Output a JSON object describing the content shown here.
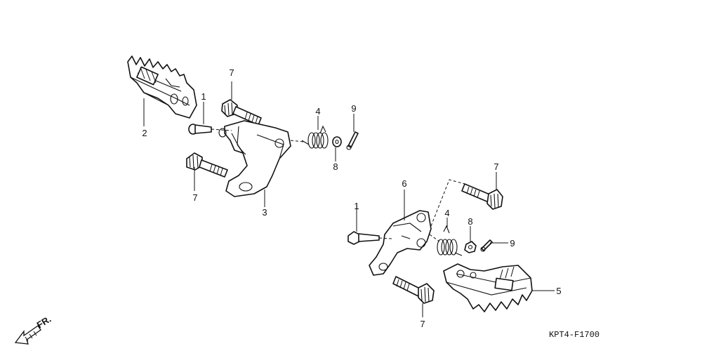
{
  "callouts": {
    "upper_footpeg": "2",
    "upper_pivot_bolt": "1",
    "upper_bolt_top": "7",
    "upper_bolt_bottom": "7",
    "upper_bracket": "3",
    "upper_spring": "4",
    "upper_washer": "8",
    "upper_pin": "9",
    "lower_bolt_top": "7",
    "lower_bracket": "6",
    "lower_pivot_bolt": "1",
    "lower_spring": "4",
    "lower_washer": "8",
    "lower_pin": "9",
    "lower_footpeg": "5",
    "lower_bolt_bottom": "7"
  },
  "orientation_label": "FR.",
  "diagram_code": "KPT4-F1700"
}
